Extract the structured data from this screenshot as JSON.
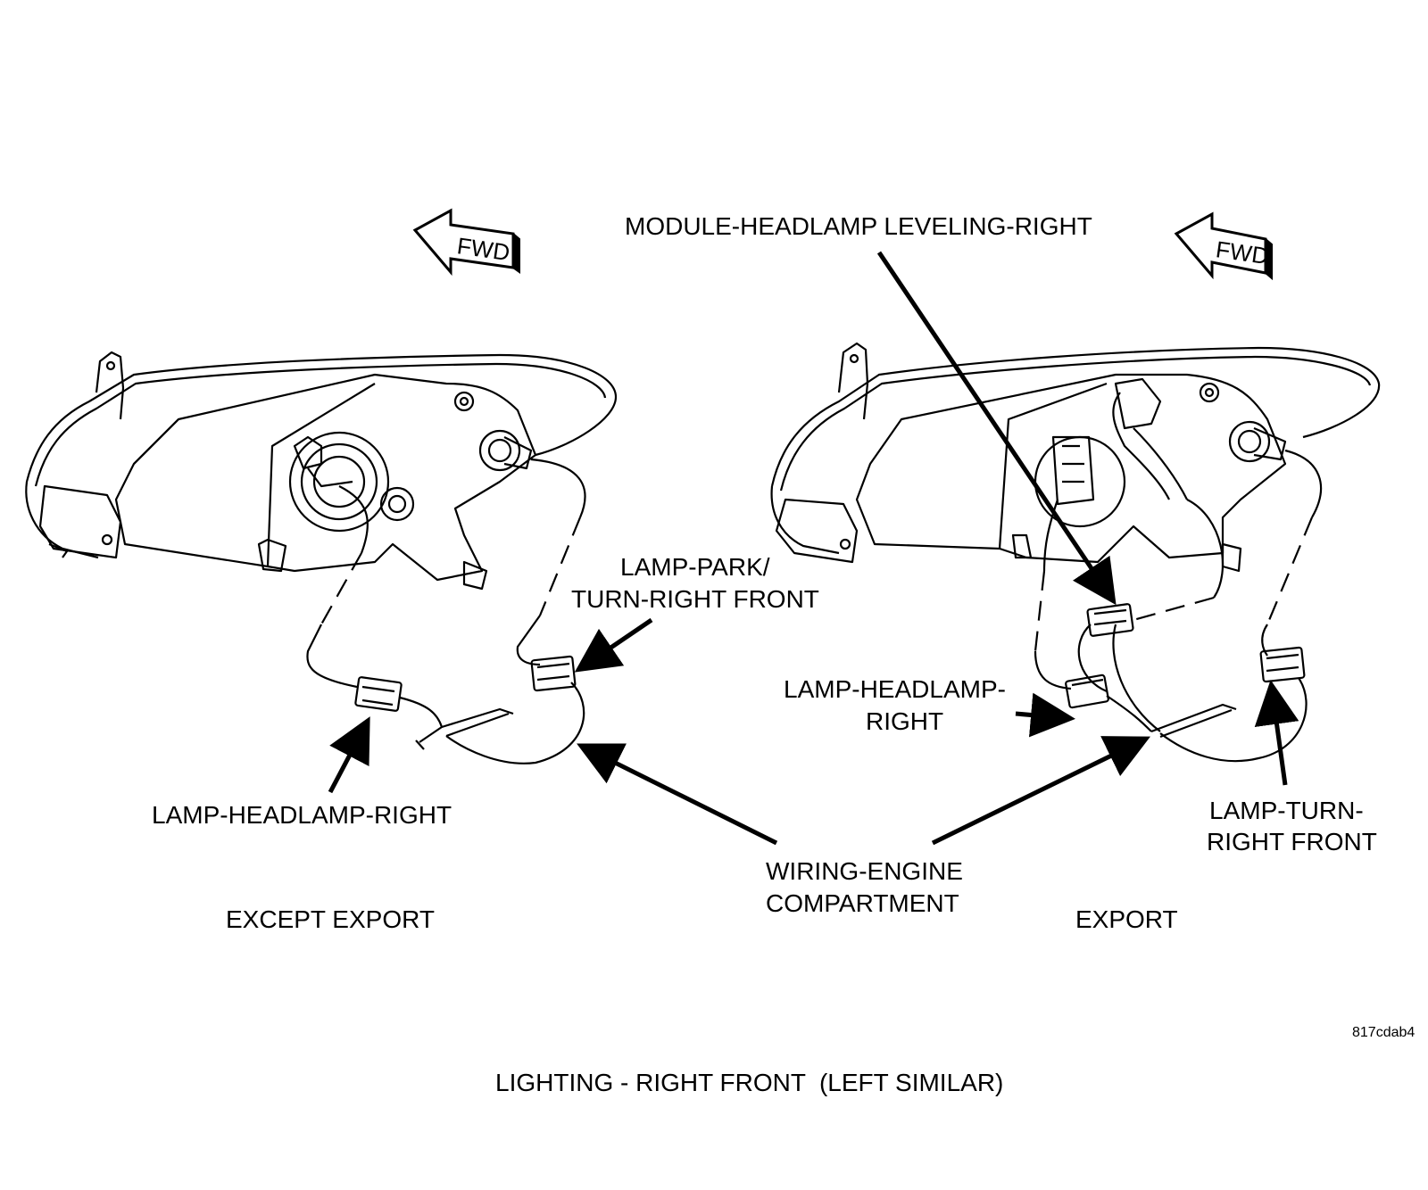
{
  "labels": {
    "module_leveling": "MODULE-HEADLAMP LEVELING-RIGHT",
    "park_turn_line1": "LAMP-PARK/",
    "park_turn_line2": "TURN-RIGHT FRONT",
    "headlamp_left": "LAMP-HEADLAMP-RIGHT",
    "headlamp_right_line1": "LAMP-HEADLAMP-",
    "headlamp_right_line2": "RIGHT",
    "wiring_line1": "WIRING-ENGINE",
    "wiring_line2": "COMPARTMENT",
    "turn_line1": "LAMP-TURN-",
    "turn_line2": "RIGHT FRONT",
    "except_export": "EXCEPT EXPORT",
    "export": "EXPORT",
    "fwd": "FWD",
    "figure_id": "817cdab4",
    "caption": "LIGHTING - RIGHT FRONT  (LEFT SIMILAR)"
  },
  "colors": {
    "ink": "#000000",
    "paper": "#ffffff"
  }
}
